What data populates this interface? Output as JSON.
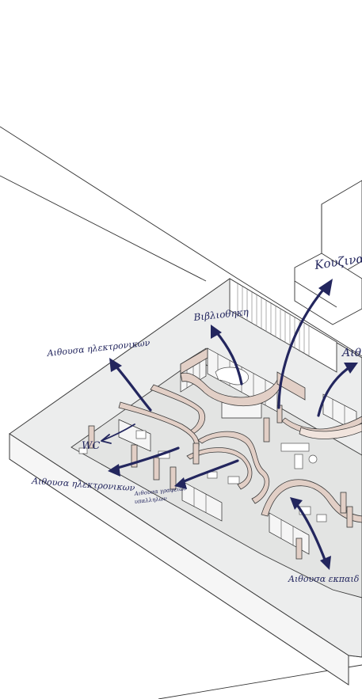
{
  "labels": {
    "kitchen": "Κουζινα/",
    "library": "Βιβλιοθηκη",
    "hall_right": "Αιθ",
    "computer_room_top": "Αιθουσα ηλεκτρονικων",
    "wc": "WC",
    "computer_room_bottom": "Αιθουσα ηλεκτρονικων",
    "small_room_line1": "Αιθουσα γραφειων",
    "small_room_line2": "υπαλληλων",
    "classroom": "Αιθουσα εκπαιδ"
  },
  "colors": {
    "ink": "#23265e",
    "wall": "#e2cfc6",
    "floor": "#e3e4e3",
    "base": "#eceded"
  }
}
